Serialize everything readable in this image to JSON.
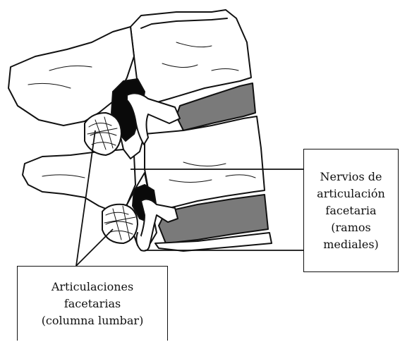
{
  "labels": {
    "nerves": [
      "Nervios de",
      "articulación",
      "facetaria",
      "(ramos",
      "mediales)"
    ],
    "joints": [
      "Articulaciones",
      "facetarias",
      "(columna lumbar)"
    ]
  },
  "colors": {
    "outline": "#111111",
    "bone": "#ffffff",
    "disc": "#7a7a7a",
    "canal": "#0a0a0a"
  }
}
